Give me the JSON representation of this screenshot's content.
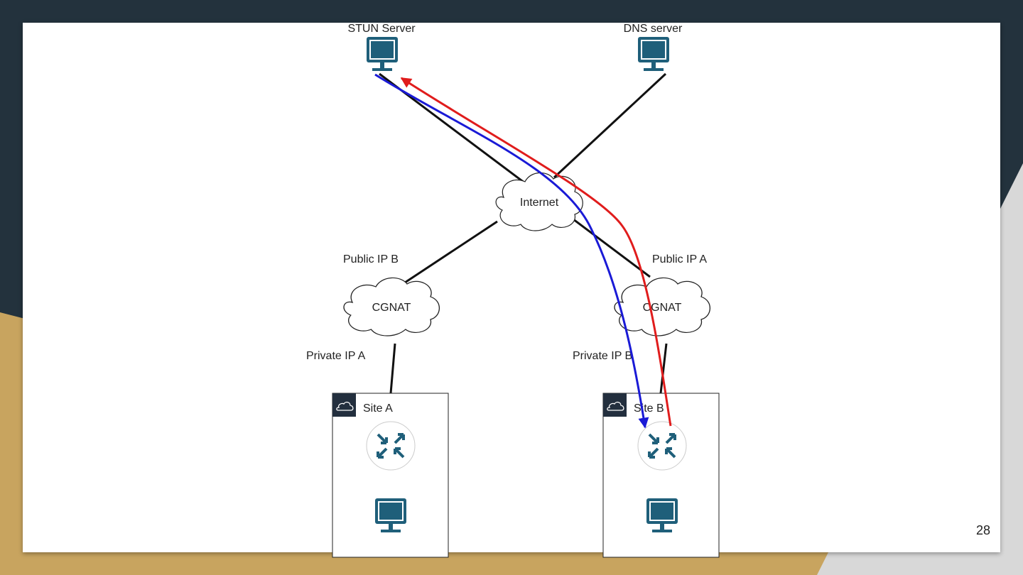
{
  "slide_number": "28",
  "nodes": {
    "stun_server": "STUN Server",
    "dns_server": "DNS server",
    "internet": "Internet",
    "cgnat_left": "CGNAT",
    "cgnat_right": "CGNAT",
    "site_a": "Site A",
    "site_b": "Site B"
  },
  "labels": {
    "public_ip_b": "Public IP B",
    "public_ip_a": "Public IP A",
    "private_ip_a": "Private IP A",
    "private_ip_b": "Private IP B"
  },
  "colors": {
    "background": "#23323d",
    "accent": "#c8a45f",
    "device": "#1f5f7a",
    "arrow_blue": "#1a1ad6",
    "arrow_red": "#e01c1c",
    "group_header": "#232f3e"
  }
}
